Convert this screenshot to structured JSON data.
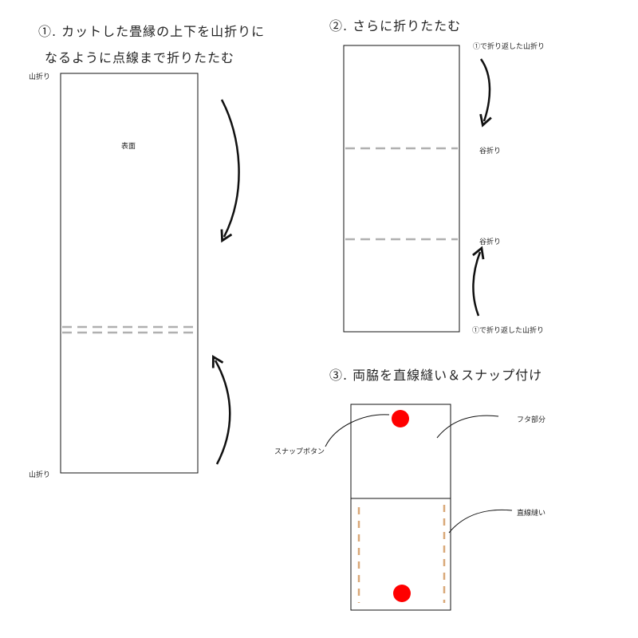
{
  "step1": {
    "title_line1": "①. カットした畳縁の上下を山折りに",
    "title_line2": "なるように点線まで折りたたむ",
    "label_top": "山折り",
    "label_bottom": "山折り",
    "label_surface": "表面"
  },
  "step2": {
    "title": "②. さらに折りたたむ",
    "label_fold_top": "①で折り返した山折り",
    "label_valley_1": "谷折り",
    "label_valley_2": "谷折り",
    "label_fold_bottom": "①で折り返した山折り"
  },
  "step3": {
    "title": "③. 両脇を直線縫い＆スナップ付け",
    "label_snap": "スナップボタン",
    "label_flap": "フタ部分",
    "label_stitch": "直線縫い"
  },
  "colors": {
    "outline": "#111111",
    "fold_dash": "#b0b0b0",
    "snap": "#ff0000",
    "stitch": "#d9a878"
  }
}
